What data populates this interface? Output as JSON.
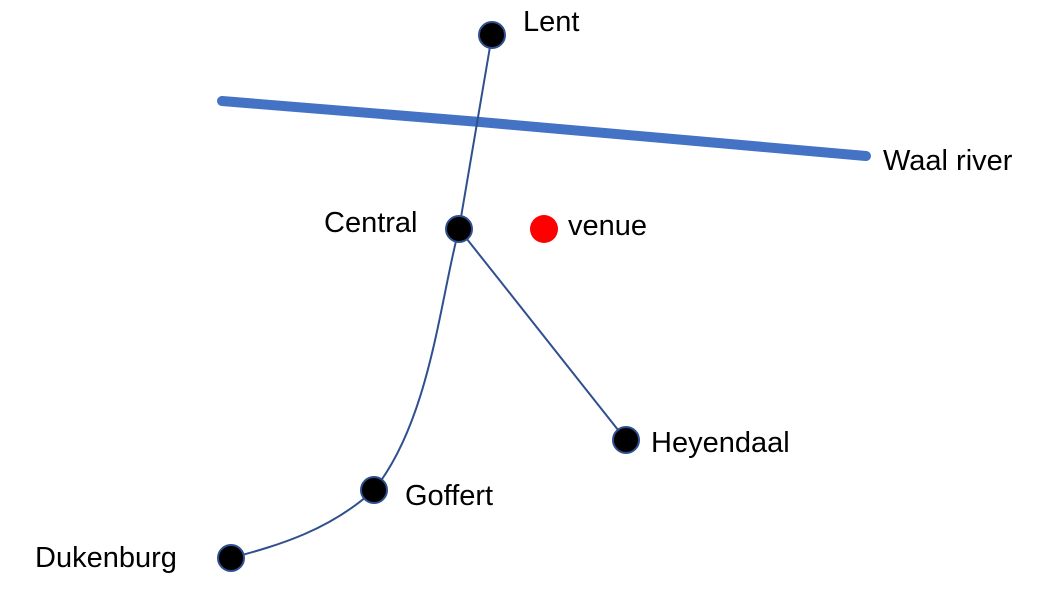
{
  "river": {
    "label": "Waal river",
    "color": "#4472C4"
  },
  "venue": {
    "label": "venue",
    "color": "#FF0000"
  },
  "route": {
    "line_color": "#2F4F8F",
    "station_fill": "#000000",
    "station_stroke": "#2F4F8F"
  },
  "stations": {
    "lent": "Lent",
    "central": "Central",
    "heyendaal": "Heyendaal",
    "goffert": "Goffert",
    "dukenburg": "Dukenburg"
  }
}
